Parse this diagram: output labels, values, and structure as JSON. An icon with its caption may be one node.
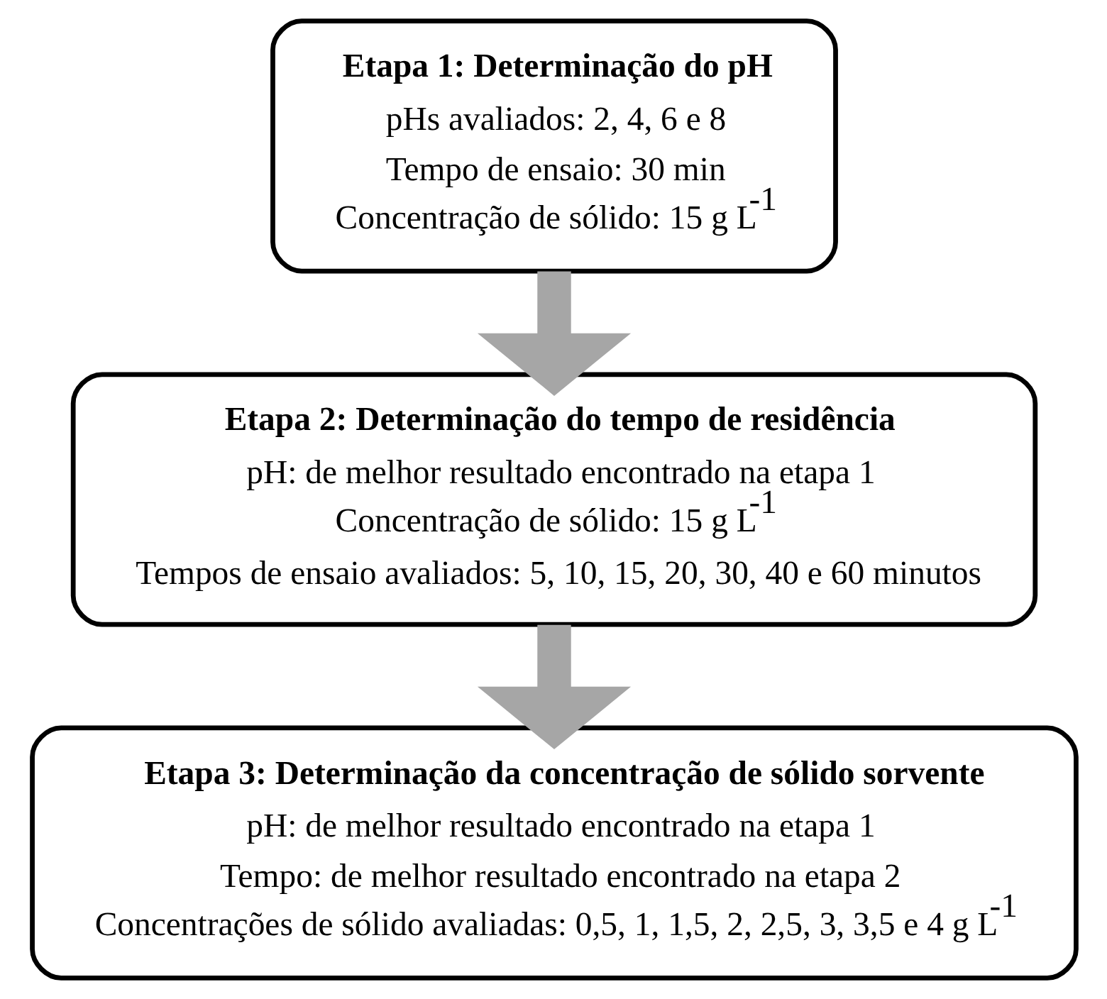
{
  "diagram": {
    "nodes": [
      {
        "text": [
          "Etapa 1: Determinação do pH",
          "pHs avaliados: 2, 4, 6 e 8",
          "Tempo de ensaio: 30 min",
          "Concentração de sólido: 15 g L$^{-1}$"
        ]
      },
      {
        "text": [
          "Etapa 2: Determinação do tempo de residência",
          "pH: de melhor resultado encontrado na etapa 1",
          "Concentração de sólido: 15 g L$^{-1}$",
          "Tempos de ensaio avaliados: 5, 10, 15, 20, 30, 40 e 60 minutos"
        ]
      },
      {
        "text": [
          "Etapa 3: Determinação da concentração de sólido sorvente",
          "pH: de melhor resultado encontrado na etapa 1",
          "Tempo: de melhor resultado encontrado na etapa 2",
          "Concentrações de sólido avaliadas: 0,5, 1, 1,5, 2, 2,5, 3, 3,5 e 4 g L$^{-1}$"
        ]
      }
    ],
    "edges": [
      {
        "from": 0,
        "to": 1,
        "arrow": "to"
      },
      {
        "from": 1,
        "to": 2,
        "arrow": "to"
      }
    ]
  }
}
